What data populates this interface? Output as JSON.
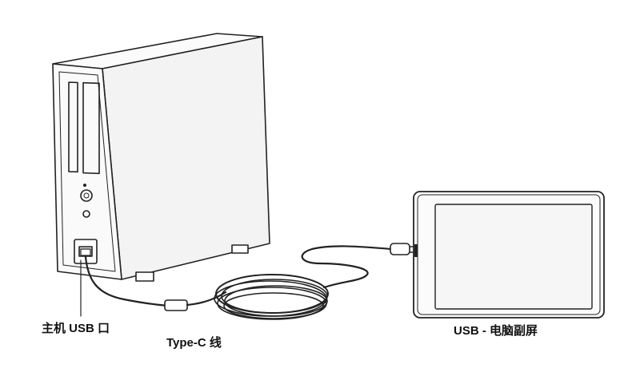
{
  "labels": {
    "host_usb_port": "主机 USB 口",
    "cable": "Type-C 线",
    "secondary_screen": "USB - 电脑副屏"
  },
  "colors": {
    "line": "#222222",
    "body_fill": "#fafafa",
    "side_fill": "#f2f2f2",
    "screen_fill": "#f7f7f7"
  }
}
